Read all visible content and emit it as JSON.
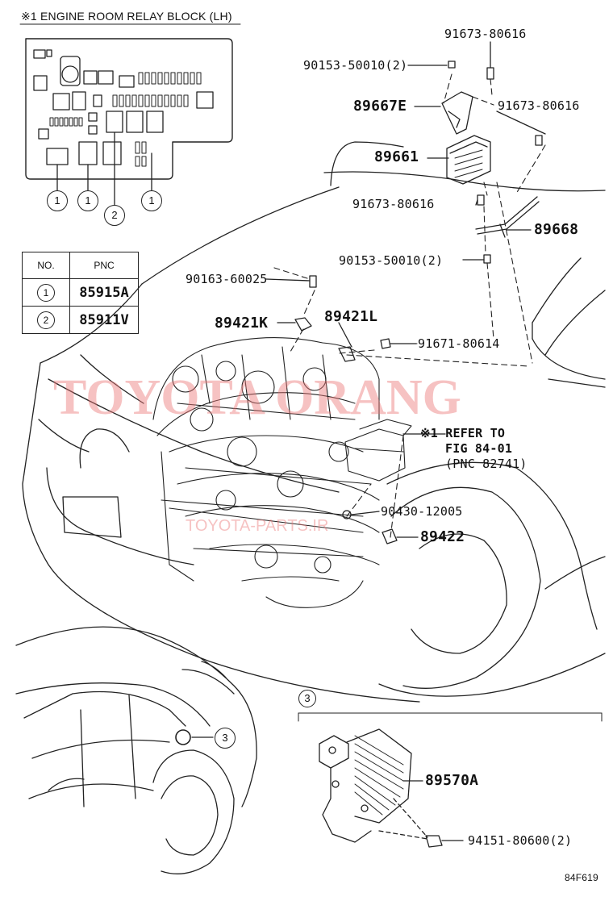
{
  "diagram_code": "84F619",
  "relay_block": {
    "title": "※1 ENGINE ROOM RELAY BLOCK (LH)",
    "callouts": [
      "1",
      "1",
      "2",
      "1"
    ]
  },
  "pnc_table": {
    "header_no": "NO.",
    "header_pnc": "PNC",
    "rows": [
      {
        "no": "1",
        "pnc": "85915A"
      },
      {
        "no": "2",
        "pnc": "85911V"
      }
    ]
  },
  "parts": {
    "p91673_top": "91673-80616",
    "p90153_top": "90153-50010(2)",
    "p89667E": "89667E",
    "p91673_right": "91673-80616",
    "p89661": "89661",
    "p91673_mid": "91673-80616",
    "p89668": "89668",
    "p90153_mid": "90153-50010(2)",
    "p90163": "90163-60025",
    "p89421K": "89421K",
    "p89421L": "89421L",
    "p91671": "91671-80614",
    "p90430": "90430-12005",
    "p89422": "89422",
    "p89570A": "89570A",
    "p94151": "94151-80600(2)"
  },
  "refer_note": {
    "line1": "※1 REFER TO",
    "line2": "FIG 84-01",
    "line3": "(PNC 82741)"
  },
  "inset_callout": "3",
  "detail_callout": "3",
  "watermark": {
    "main": "TOYOTA ORANG",
    "sub": "TOYOTA-PARTS.IR"
  }
}
